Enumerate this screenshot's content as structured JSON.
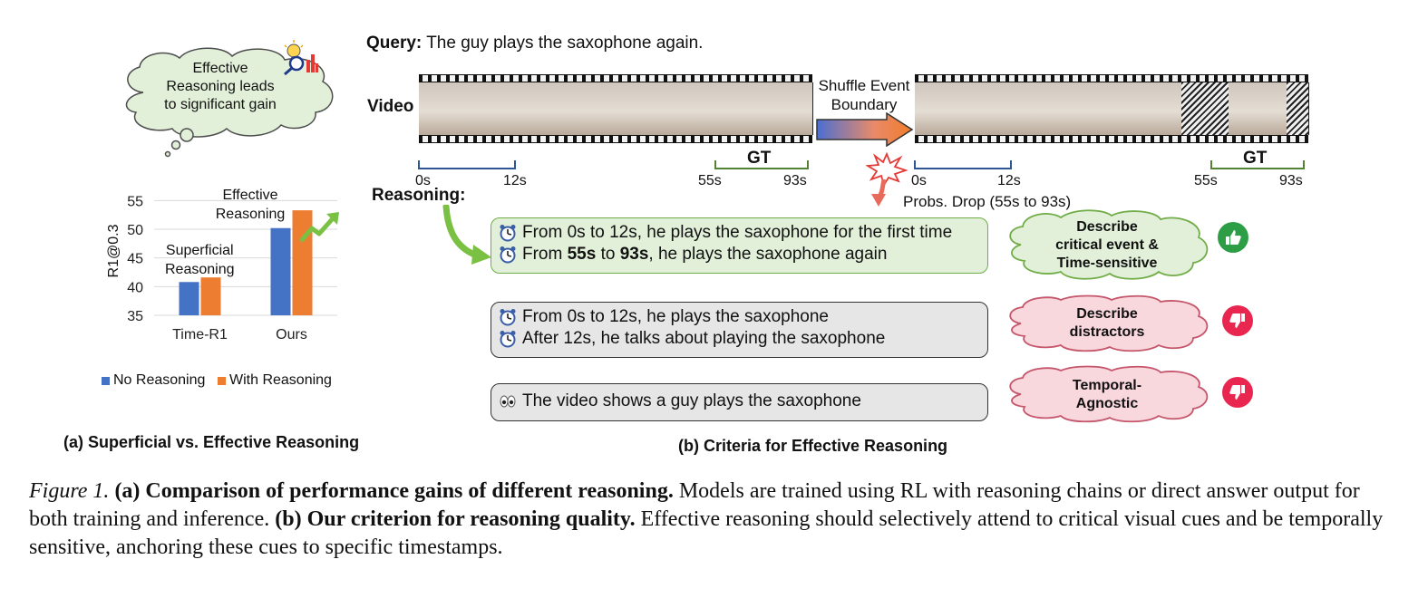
{
  "panel_a": {
    "cloud_text": [
      "Effective",
      "Reasoning leads",
      "to significant gain"
    ],
    "chart_data": {
      "type": "bar",
      "categories": [
        "Time-R1",
        "Ours"
      ],
      "series": [
        {
          "name": "No Reasoning",
          "values": [
            40.8,
            50.2
          ],
          "color": "#4472c4"
        },
        {
          "name": "With Reasoning",
          "values": [
            41.6,
            53.3
          ],
          "color": "#ed7d31"
        }
      ],
      "ylabel": "R1@0.3",
      "yticks": [
        "35",
        "40",
        "45",
        "50",
        "55"
      ],
      "ylim": [
        35,
        56
      ],
      "grid": true,
      "legend_position": "bottom",
      "annotations": {
        "superficial": [
          "Superficial",
          "Reasoning"
        ],
        "effective": [
          "Effective",
          "Reasoning"
        ]
      }
    },
    "caption": "(a) Superficial vs. Effective Reasoning"
  },
  "panel_b": {
    "query_label": "Query:",
    "query_text": "The guy plays the saxophone again.",
    "video_label": "Video",
    "reasoning_label": "Reasoning:",
    "shuffle_label": [
      "Shuffle Event",
      "Boundary"
    ],
    "left_timeline": {
      "start": "0s",
      "first_end": "12s",
      "gt_label": "GT",
      "gt_start": "55s",
      "gt_end": "93s"
    },
    "right_timeline": {
      "start": "0s",
      "first_end": "12s",
      "gt_label": "GT",
      "gt_start": "55s",
      "gt_end": "93s"
    },
    "probs_drop": "Probs. Drop (55s to 93s)",
    "reasoning_examples": [
      {
        "lines": [
          {
            "icon": "alarm-clock-icon",
            "text": "From 0s to 12s, he plays the saxophone for the first time"
          },
          {
            "icon": "alarm-clock-icon",
            "parts": [
              "From ",
              "55s",
              " to ",
              "93s",
              ", he plays the saxophone again"
            ]
          }
        ],
        "judgement": [
          "Describe",
          "critical event &",
          "Time-sensitive"
        ],
        "verdict": "thumbs-up-icon"
      },
      {
        "lines": [
          {
            "icon": "alarm-clock-icon",
            "text": "From 0s to 12s, he plays the saxophone"
          },
          {
            "icon": "alarm-clock-icon",
            "text": "After 12s, he talks about playing the saxophone"
          }
        ],
        "judgement": [
          "Describe",
          "distractors"
        ],
        "verdict": "thumbs-down-icon"
      },
      {
        "lines": [
          {
            "icon": "eyes-icon",
            "text": "The video shows a guy plays the saxophone"
          }
        ],
        "judgement": [
          "Temporal-",
          "Agnostic"
        ],
        "verdict": "thumbs-down-icon"
      }
    ],
    "caption": "(b) Criteria for Effective Reasoning"
  },
  "figure_caption": {
    "label": "Figure 1.",
    "a_marker": "(a)",
    "a_title": "Comparison of performance gains of different reasoning.",
    "a_text": "Models are trained using RL with reasoning chains or direct answer output for both training and inference.",
    "b_marker": "(b)",
    "b_title": "Our criterion for reasoning quality.",
    "b_text": "Effective reasoning should selectively attend to critical visual cues and be temporally sensitive, anchoring these cues to specific timestamps."
  },
  "colors": {
    "good_box": "#e2f0d9",
    "good_border": "#70ad47",
    "bad_box": "#e6e6e6",
    "bad_cloud": "#f8d7dd",
    "bad_cloud_border": "#c5566b",
    "thumb_up": "#2e9e46",
    "thumb_down": "#e8264f",
    "timeline_blue": "#2f5597",
    "timeline_green": "#548235"
  }
}
